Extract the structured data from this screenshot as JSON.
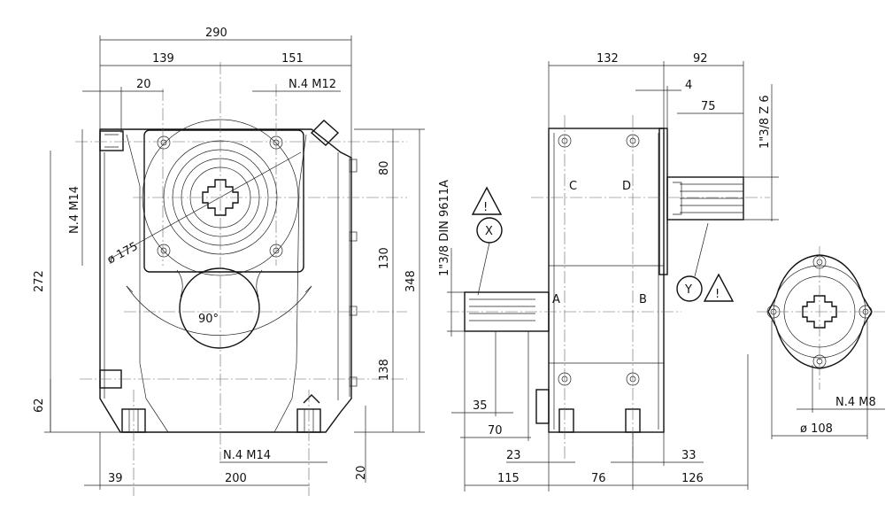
{
  "dimensions": {
    "front_width_total": "290",
    "front_left_half": "139",
    "front_right_half": "151",
    "front_offset_top": "20",
    "front_top_holes": "N.4 M12",
    "front_side_holes": "N.4 M14",
    "front_height_inner": "272",
    "front_height_total": "348",
    "front_seg_80": "80",
    "front_seg_130": "130",
    "front_seg_138": "138",
    "front_bottom_62": "62",
    "front_diameter": "ø 175",
    "front_angle": "90°",
    "front_bottom_holes": "N.4 M14",
    "front_bottom_20": "20",
    "front_bottom_39": "39",
    "front_bottom_200": "200",
    "side_width_132": "132",
    "side_width_92": "92",
    "side_flange_4": "4",
    "side_shaft_75": "75",
    "side_spline_out": "1\"3/8 Z 6",
    "side_spline_in": "1\"3/8 DIN 9611A",
    "side_35": "35",
    "side_70": "70",
    "side_23": "23",
    "side_33": "33",
    "side_115": "115",
    "side_76": "76",
    "side_126": "126",
    "flange_holes": "N.4 M8",
    "flange_diameter": "ø 108"
  },
  "labels": {
    "face_a": "A",
    "face_b": "B",
    "face_c": "C",
    "face_d": "D",
    "shaft_x": "X",
    "shaft_y": "Y",
    "warning": "!"
  }
}
